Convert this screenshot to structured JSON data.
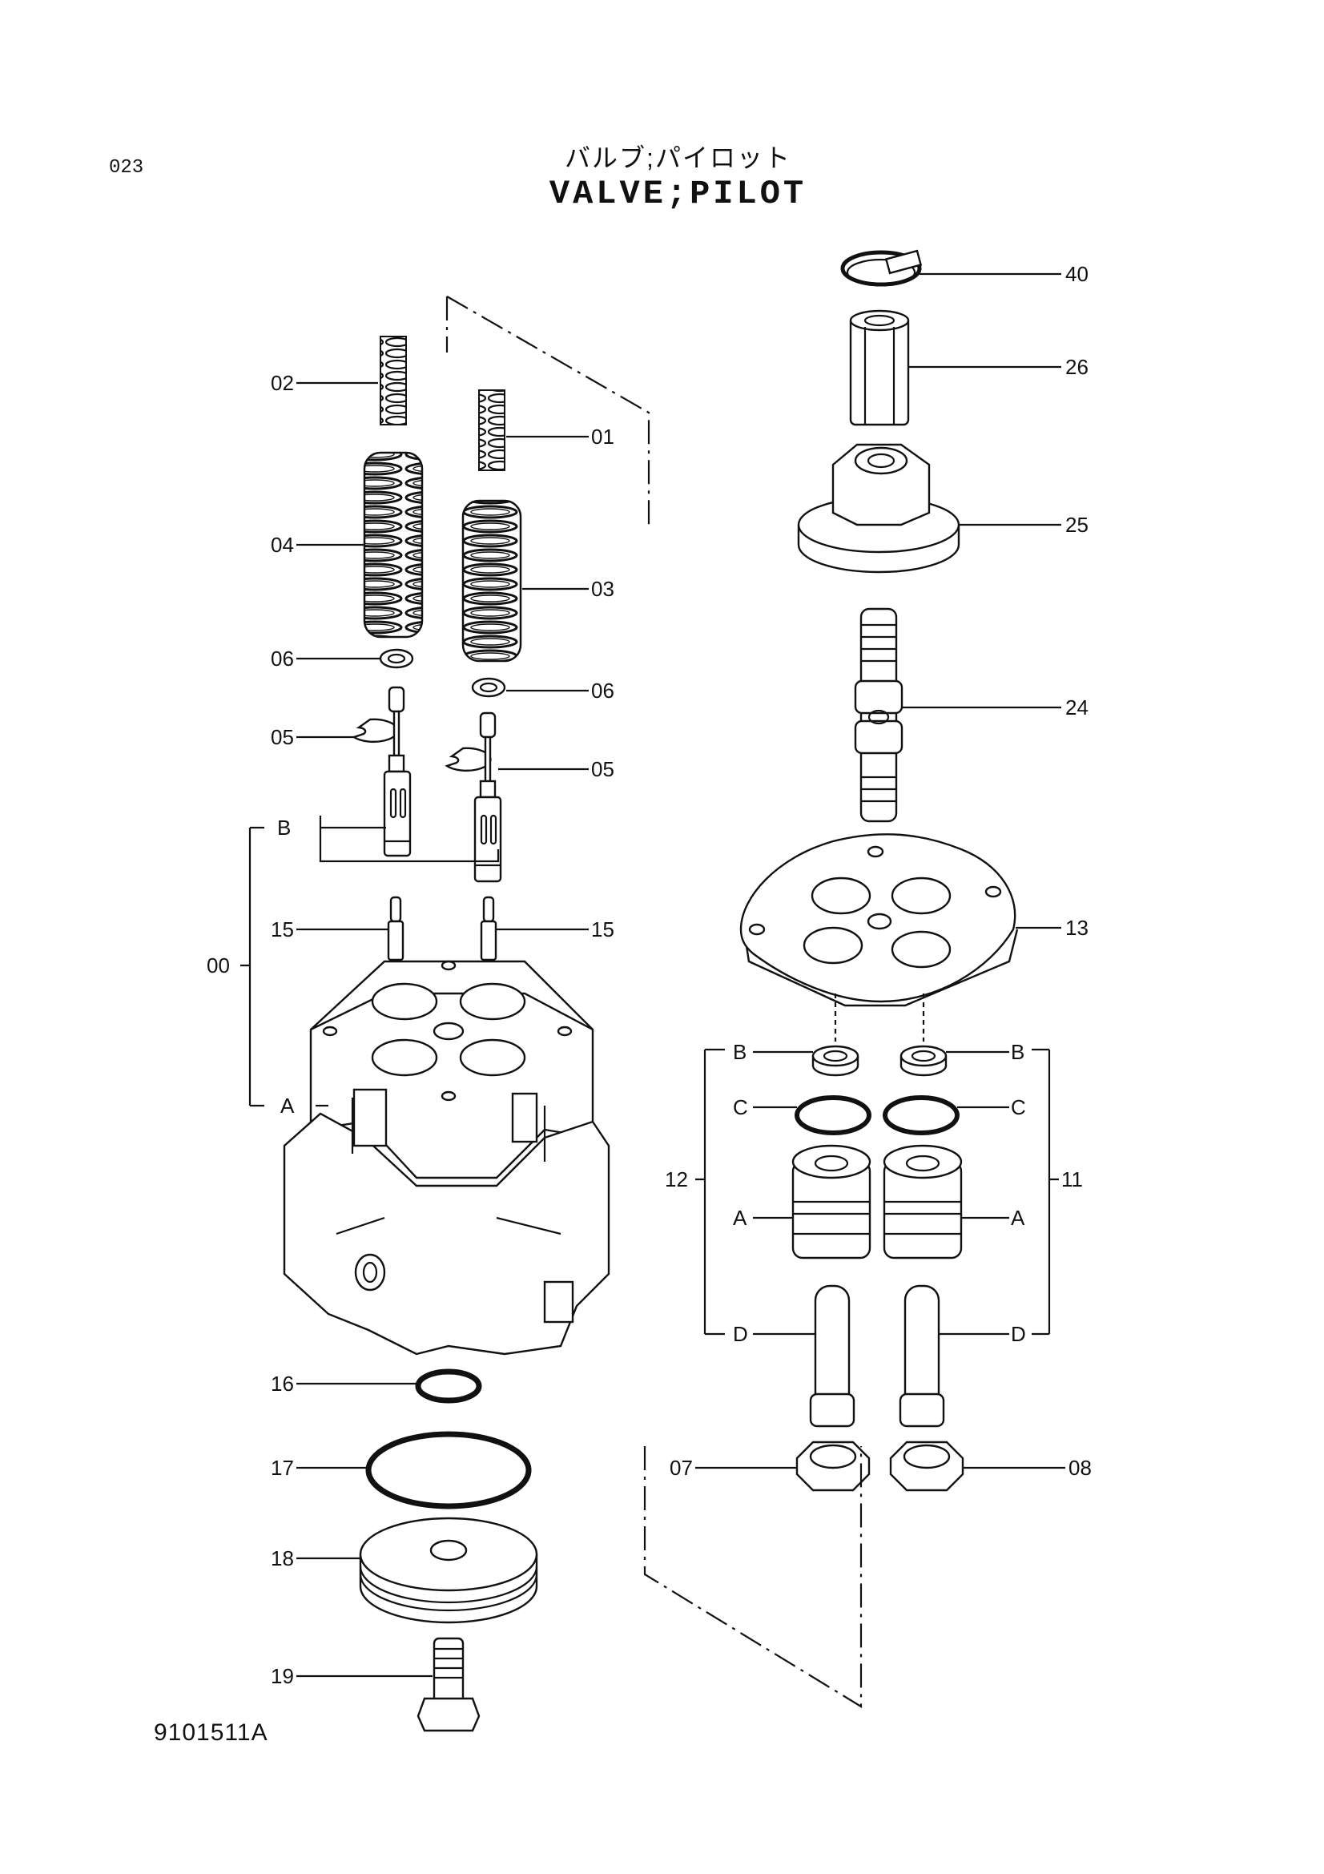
{
  "header": {
    "page_number": "023",
    "title_jp": "バルブ;パイロット",
    "title_en": "VALVE;PILOT"
  },
  "footer": {
    "drawing_code": "9101511A"
  },
  "callouts": {
    "c00": "00",
    "c01": "01",
    "c02": "02",
    "c03": "03",
    "c04": "04",
    "c05a": "05",
    "c05b": "05",
    "c06a": "06",
    "c06b": "06",
    "c07": "07",
    "c08": "08",
    "c11": "11",
    "c12": "12",
    "c13": "13",
    "c15a": "15",
    "c15b": "15",
    "c16": "16",
    "c17": "17",
    "c18": "18",
    "c19": "19",
    "c24": "24",
    "c25": "25",
    "c26": "26",
    "c40": "40",
    "a_left": "A",
    "b_left": "B",
    "b12": "B",
    "c12_letter": "C",
    "a12": "A",
    "d12": "D",
    "b11": "B",
    "c11_letter": "C",
    "a11": "A",
    "d11": "D"
  }
}
